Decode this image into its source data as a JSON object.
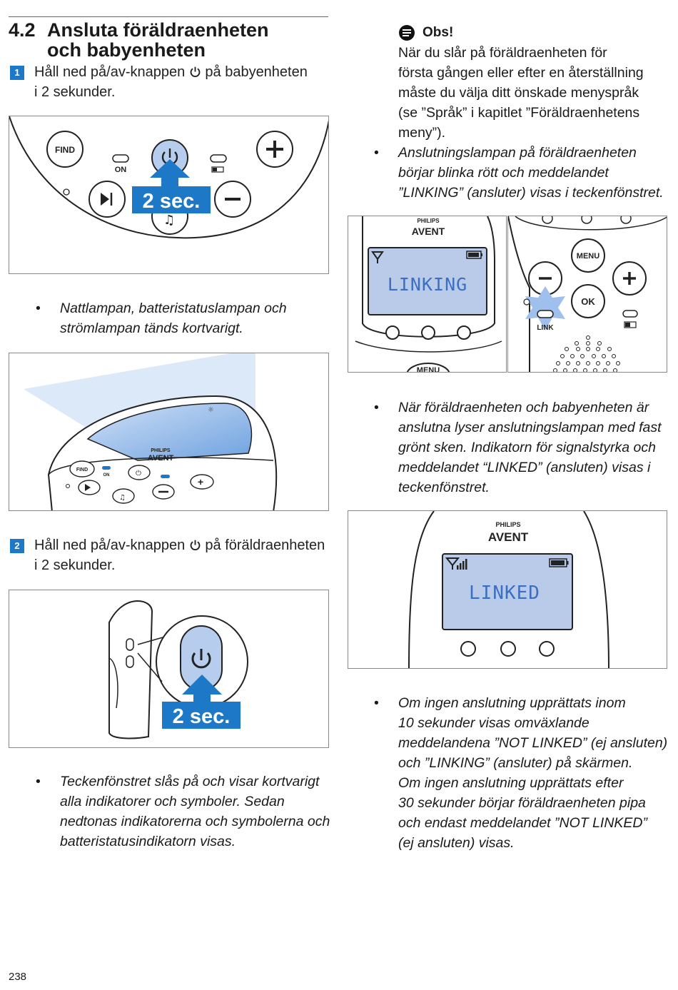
{
  "section": {
    "number": "4.2",
    "title_line1": "Ansluta föräldraenheten",
    "title_line2": "och babyenheten"
  },
  "step1": {
    "number": "1",
    "text_before": "Håll ned på/av-knappen",
    "text_after": "på babyenheten",
    "text_line2": "i 2 sekunder."
  },
  "figure1": {
    "find_label": "FIND",
    "on_label": "ON",
    "duration_label": "2 sec.",
    "icons": [
      "power-icon",
      "play-pause-icon",
      "music-note-icon",
      "plus-icon",
      "minus-icon",
      "battery-icon"
    ]
  },
  "bullet1": {
    "line1": "Nattlampan, batteristatuslampan och",
    "line2": "strömlampan tänds kortvarigt."
  },
  "figure2": {
    "brand_top": "PHILIPS",
    "brand_logo": "AVENT",
    "find_label": "FIND",
    "on_label": "ON"
  },
  "step2": {
    "number": "2",
    "text_before": "Håll ned på/av-knappen",
    "text_after": "på föräldraenheten",
    "text_line2": "i 2 sekunder."
  },
  "figure3": {
    "duration_label": "2 sec."
  },
  "bullet2": {
    "line1": "Teckenfönstret slås på och visar kortvarigt",
    "line2": "alla indikatorer och symboler. Sedan",
    "line3": "nedtonas indikatorerna och symbolerna och",
    "line4": "batteristatusindikatorn visas."
  },
  "note": {
    "title": "Obs!",
    "lines": [
      "När du slår på föräldraenheten för",
      "första gången eller efter en återställning",
      "måste du välja ditt önskade menyspråk",
      "(se ”Språk” i kapitlet ”Föräldraenhetens",
      "meny”)."
    ],
    "bullet_lines": [
      "Anslutningslampan på föräldraenheten",
      "börjar blinka rött och meddelandet",
      "”LINKING” (ansluter) visas i teckenfönstret."
    ]
  },
  "figure4": {
    "brand_top": "PHILIPS",
    "brand_logo": "AVENT",
    "display_text": "LINKING",
    "menu_label": "MENU",
    "ok_label": "OK",
    "link_label": "LINK",
    "menu_bottom_label": "MENU"
  },
  "bullet3": {
    "lines": [
      "När föräldraenheten och babyenheten är",
      "anslutna lyser anslutningslampan med fast",
      "grönt sken. Indikatorn för signalstyrka och",
      "meddelandet “LINKED” (ansluten) visas i",
      "teckenfönstret."
    ]
  },
  "figure5": {
    "brand_top": "PHILIPS",
    "brand_logo": "AVENT",
    "display_text": "LINKED"
  },
  "bullet4": {
    "lines": [
      "Om ingen anslutning upprättats inom",
      "10 sekunder visas omväxlande",
      "meddelandena ”NOT LINKED” (ej ansluten)",
      "och ”LINKING” (ansluter) på skärmen.",
      "Om ingen anslutning upprättats efter",
      "30 sekunder börjar föräldraenheten pipa",
      "och endast meddelandet ”NOT LINKED”",
      "(ej ansluten) visas."
    ]
  },
  "page_number": "238",
  "colors": {
    "accent_blue": "#1e78c8",
    "lcd_blue": "#b9cbe9",
    "lcd_text": "#3b6fc0"
  }
}
